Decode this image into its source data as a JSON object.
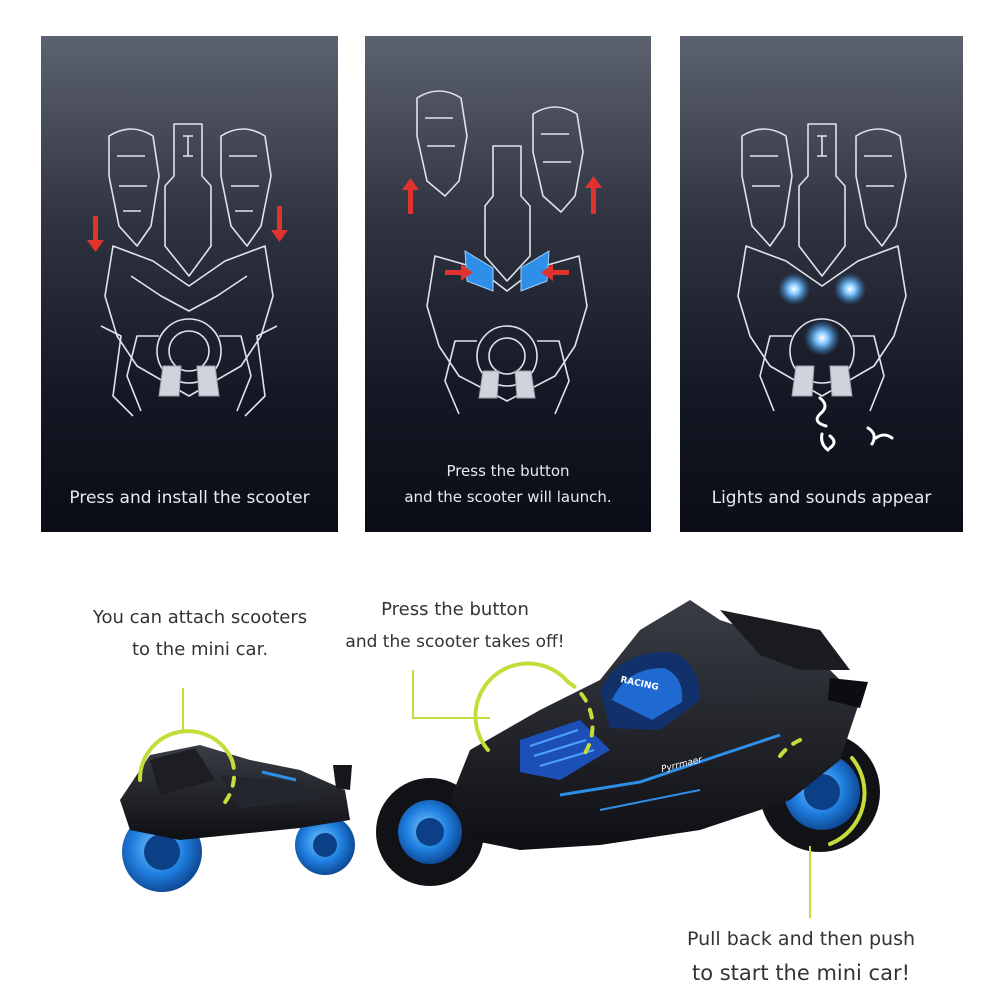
{
  "panels": [
    {
      "caption": "Press and install the scooter"
    },
    {
      "caption_line1": "Press the button",
      "caption_line2": "and the scooter will launch."
    },
    {
      "caption": "Lights and sounds appear"
    }
  ],
  "callouts": {
    "attach_line1": "You can attach scooters",
    "attach_line2": "to the mini car.",
    "button_line1": "Press the button",
    "button_line2": "and the scooter takes off!",
    "pull_line1": "Pull back and then push",
    "pull_line2": "to start the mini car!"
  },
  "decals": {
    "racing": "RACING",
    "brand": "Pyrrmaer"
  },
  "colors": {
    "accent_blue": "#2f8fe8",
    "arrow_red": "#e0322f",
    "ring_green": "#c6dc3a",
    "line_art": "#dfe3ec"
  }
}
